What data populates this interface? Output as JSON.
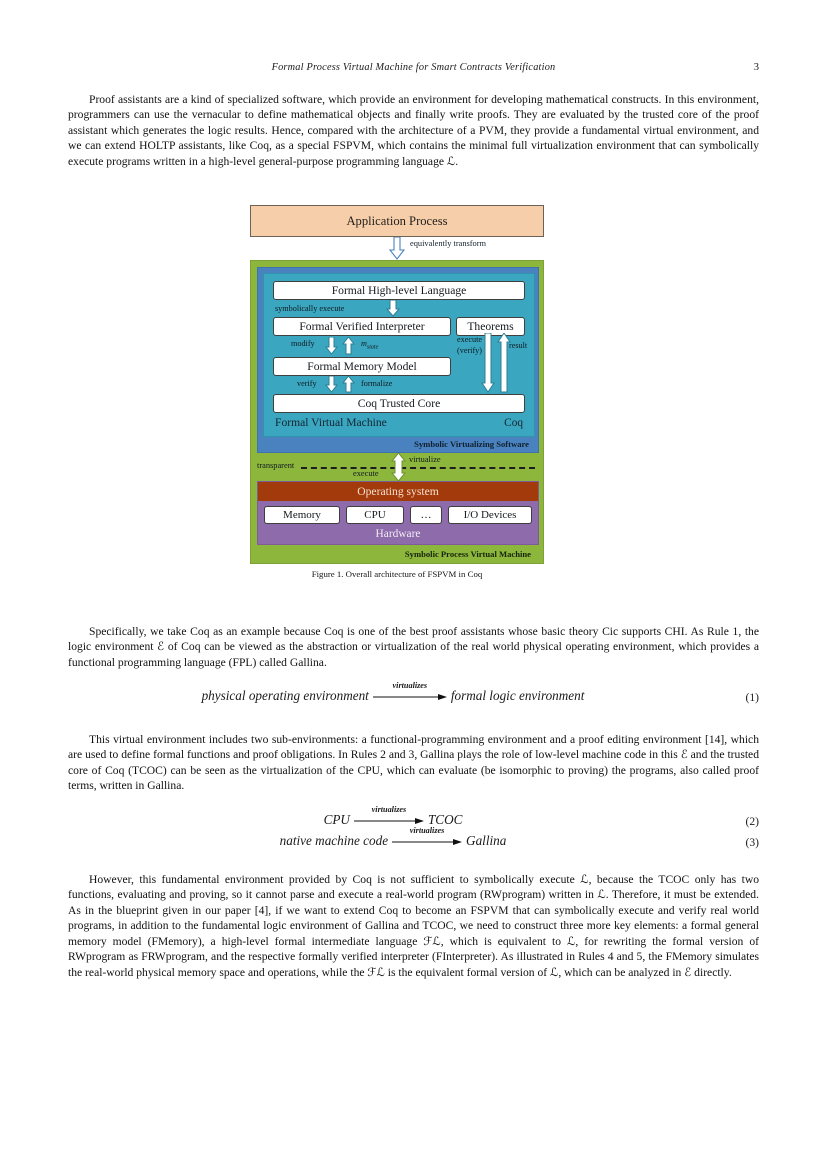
{
  "runhead": {
    "title": "Formal Process Virtual Machine for Smart Contracts Verification",
    "page_number": "3"
  },
  "paragraphs": {
    "p1": "Proof assistants are a kind of specialized software, which provide an environment for developing mathematical constructs. In this environment, programmers can use the vernacular to define mathematical objects and finally write proofs. They are evaluated by the trusted core of the proof assistant which generates the logic results. Hence, compared with the architecture of a PVM, they provide a fundamental virtual environment, and we can extend HOLTP assistants, like Coq, as a special FSPVM, which contains the minimal full virtualization environment that can symbolically execute programs written in a high-level general-purpose programming language ℒ.",
    "p2": "Specifically, we take Coq as an example because Coq is one of the best proof assistants whose basic theory Cic supports CHI. As Rule 1, the logic environment ℰ of Coq can be viewed as the abstraction or virtualization of the real world physical operating environment, which provides a functional programming language (FPL) called Gallina.",
    "p3": "This virtual environment includes two sub-environments: a functional-programming environment and a proof editing environment [14], which are used to define formal functions and proof obligations. In Rules 2 and 3, Gallina plays the role of low-level machine code in this ℰ and the trusted core of Coq (TCOC) can be seen as the virtualization of the CPU, which can evaluate (be isomorphic to proving) the programs, also called proof terms, written in Gallina.",
    "p4": "However, this fundamental environment provided by Coq is not sufficient to symbolically execute ℒ, because the TCOC only has two functions, evaluating and proving, so it cannot parse and execute a real-world program (RWprogram) written in ℒ. Therefore, it must be extended. As in the blueprint given in our paper [4], if we want to extend Coq to become an FSPVM that can symbolically execute and verify real world programs, in addition to the fundamental logic environment of Gallina and TCOC, we need to construct three more key elements: a formal general memory model (FMemory), a high-level formal intermediate language ℱℒ, which is equivalent to ℒ, for rewriting the formal version of RWprogram as FRWprogram, and the respective formally verified interpreter (FInterpreter). As illustrated in Rules 4 and 5, the FMemory simulates the real-world physical memory space and operations, while the ℱℒ is the equivalent formal version of ℒ, which can be analyzed in ℰ directly."
  },
  "figure": {
    "caption": "Figure 1. Overall architecture of FSPVM in Coq",
    "application_process": "Application Process",
    "equivalently_transform": "equivalently transform",
    "formal_high_level_language": "Formal High-level Language",
    "symbolically_execute": "symbolically execute",
    "formal_verified_interpreter": "Formal Verified Interpreter",
    "theorems": "Theorems",
    "modify": "modify",
    "m_state": "m",
    "m_state_sub": "state",
    "formal_memory_model": "Formal Memory Model",
    "execute": "execute",
    "verify_paren": "(verify)",
    "result": "result",
    "verify": "verify",
    "formalize": "formalize",
    "coq_trusted_core": "Coq Trusted Core",
    "formal_virtual_machine": "Formal Virtual Machine",
    "coq": "Coq",
    "symbolic_virtualizing_software": "Symbolic Virtualizing Software",
    "transparent": "transparent",
    "virtualize": "virtualize",
    "execute_down": "execute",
    "operating_system": "Operating system",
    "memory": "Memory",
    "cpu": "CPU",
    "ellipsis": "…",
    "io_devices": "I/O Devices",
    "hardware": "Hardware",
    "symbolic_process_virtual_machine": "Symbolic Process Virtual Machine",
    "colors": {
      "application_process_bg": "#f6ceaa",
      "outer_green": "#8db63c",
      "blue_band": "#4a82bf",
      "teal_inner": "#3aa6bf",
      "os_bar": "#a23a0c",
      "hardware_purple": "#8e6bab",
      "box_white": "#ffffff"
    }
  },
  "equations": [
    {
      "id": "eq1",
      "lhs": "physical operating environment",
      "arrow_label": "virtualizes",
      "rhs": "formal logic environment",
      "number": "(1)"
    },
    {
      "id": "eq2",
      "lhs": "CPU",
      "arrow_label": "virtualizes",
      "rhs": "TCOC",
      "number": "(2)"
    },
    {
      "id": "eq3",
      "lhs": "native machine code",
      "arrow_label": "virtualizes",
      "rhs": "Gallina",
      "number": "(3)"
    }
  ]
}
